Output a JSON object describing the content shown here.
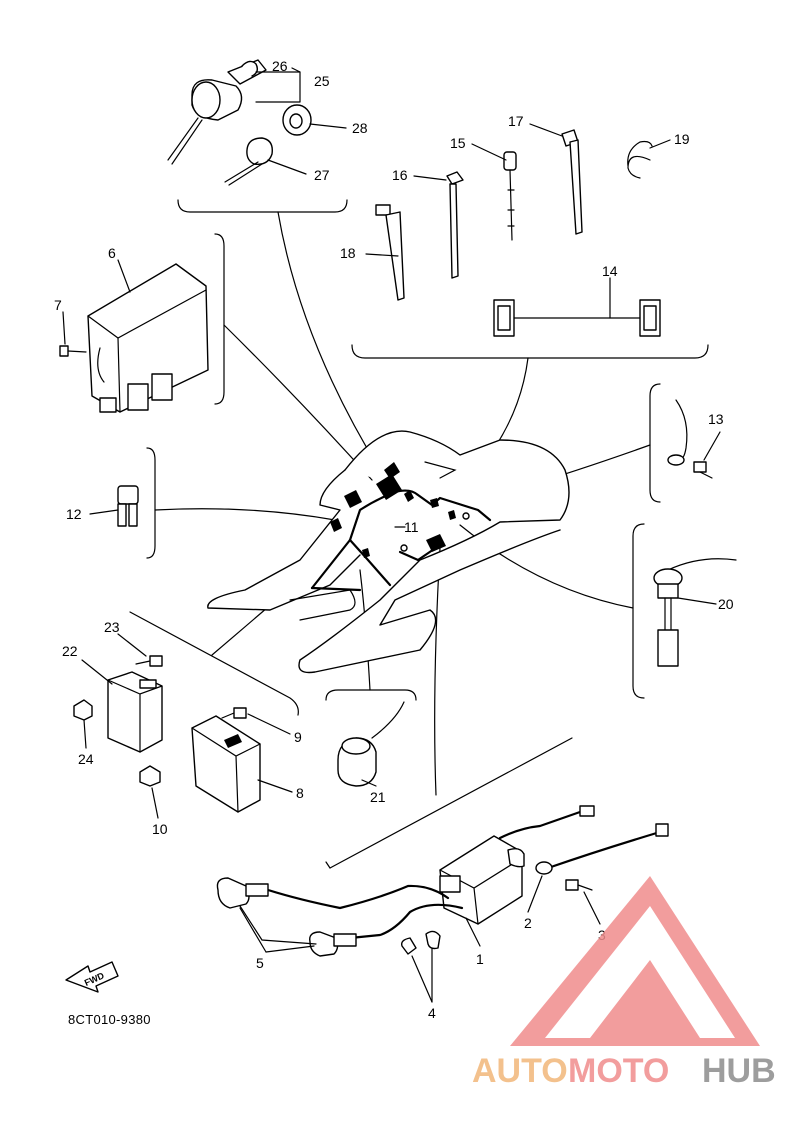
{
  "callouts": {
    "n1": "1",
    "n2": "2",
    "n3": "3",
    "n4": "4",
    "n5": "5",
    "n6": "6",
    "n7": "7",
    "n8": "8",
    "n9": "9",
    "n10": "10",
    "n11": "11",
    "n12": "12",
    "n13": "13",
    "n14": "14",
    "n15": "15",
    "n16": "16",
    "n17": "17",
    "n18": "18",
    "n19": "19",
    "n20": "20",
    "n21": "21",
    "n22": "22",
    "n23": "23",
    "n24": "24",
    "n25": "25",
    "n26": "26",
    "n27": "27",
    "n28": "28"
  },
  "diagram_code": "8CT010-9380",
  "fwd_label": "FWD",
  "watermark": {
    "part1": "AUTO",
    "part2": "MOTO",
    "part3": "HUB",
    "color_auto": "#f2b77a",
    "color_moto": "#f08d8d",
    "color_hub": "#8c8c8c",
    "logo_color": "#f08d8d"
  }
}
